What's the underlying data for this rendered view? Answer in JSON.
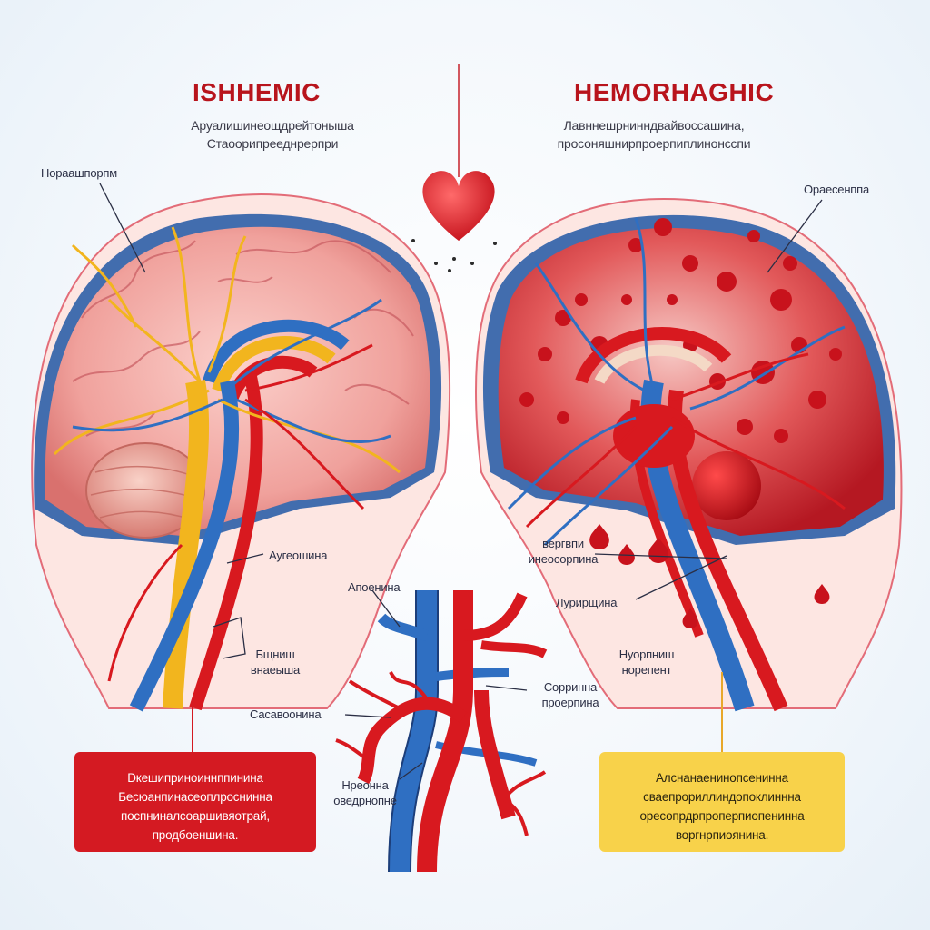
{
  "left_panel": {
    "title": "ISHHEMIC",
    "subtitle_line1": "Аруалишинеощдрейтоныша",
    "subtitle_line2": "Стаоорипрееднрерпри",
    "labels": {
      "cortex": "Нораашпорпм",
      "artery": "Аугеошина",
      "stem": "Бщниш\nвнаеыша"
    },
    "info_box": {
      "line1": "Dкешиприноиннппинина",
      "line2": "Бесюанпинасеоплроснинна",
      "line3": "поспниналсоаршивяотрай,",
      "line4": "продбоеншина."
    }
  },
  "right_panel": {
    "title": "HEMORHAGHIC",
    "subtitle_line1": "Лавннешрнинндвайвоссашина,",
    "subtitle_line2": "просоняшнирпроерпиплинонсспи",
    "labels": {
      "cortex": "Ораесенппа",
      "hemorrhage": "вергвпи\nинеосорпина",
      "vessel": "Лурирщина",
      "stem": "Нуорпниш\nнорепент"
    },
    "info_box": {
      "line1": "Алснанаенинопсенинна",
      "line2": "сваепрориллиндопоклиннна",
      "line3": "оресопрдрпроперпиопенинна",
      "line4": "воргнрпиоянина."
    }
  },
  "center_diagram": {
    "labels": {
      "top": "Апоенина",
      "left": "Сасавоонина",
      "right": "Сорринна\nпроерпина",
      "bottom": "Нреонна\nоведрнопне"
    }
  },
  "colors": {
    "artery_red": "#d8191f",
    "vein_blue": "#2f6fc2",
    "nerve_yellow": "#f2b51e",
    "brain_pink": "#f2a3a0",
    "title_red": "#b8141c",
    "left_box": "#d41a22",
    "right_box": "#f8d24a"
  }
}
